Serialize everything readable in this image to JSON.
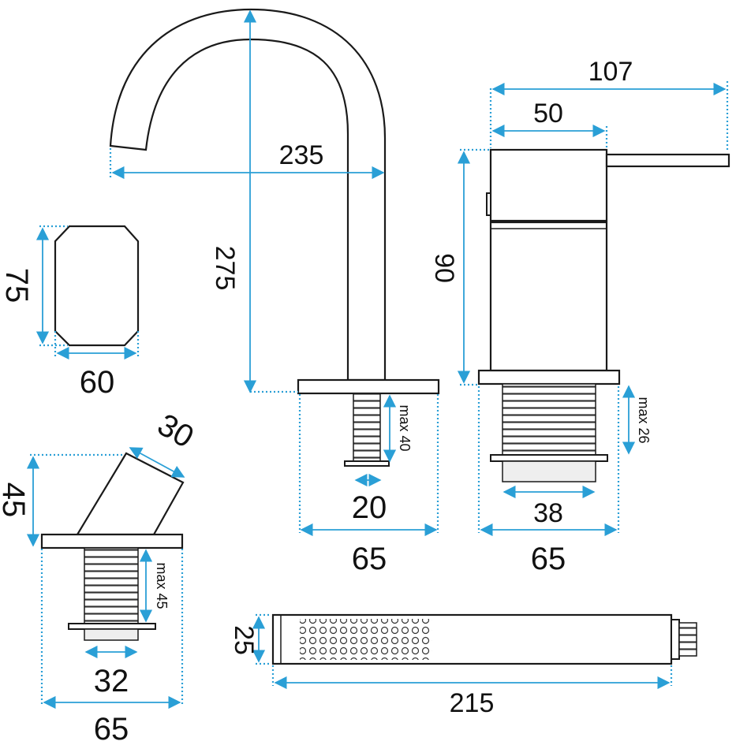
{
  "dimensions": {
    "spout_reach": "235",
    "spout_height": "275",
    "spout_thread_dia": "20",
    "spout_base_width": "65",
    "spout_max_thickness": "max 40",
    "mixer_total_width": "107",
    "mixer_body_width": "50",
    "mixer_height": "90",
    "mixer_thread_dia": "38",
    "mixer_base_width": "65",
    "mixer_max_thickness": "max 26",
    "escutcheon_height": "75",
    "escutcheon_width": "60",
    "holder_size": "30",
    "holder_height": "45",
    "holder_thread_dia": "32",
    "holder_base_width": "65",
    "holder_max_thickness": "max 45",
    "handshower_dia": "25",
    "handshower_length": "215"
  },
  "colors": {
    "dimension_line": "#2a9fd6",
    "outline": "#1a1a1a"
  }
}
